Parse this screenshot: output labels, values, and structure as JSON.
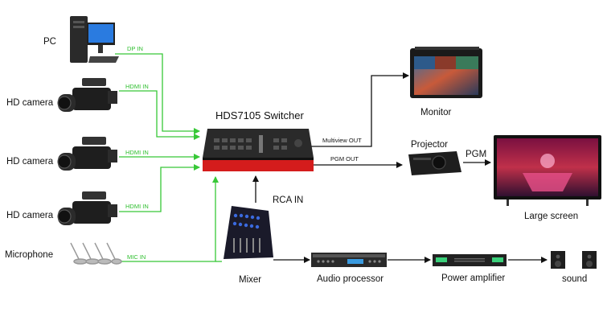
{
  "title": "HDS7105 Switcher",
  "inputs": {
    "pc": {
      "label": "PC",
      "signal": "DP IN"
    },
    "camera1": {
      "label": "HD camera",
      "signal": "HDMI IN"
    },
    "camera2": {
      "label": "HD camera",
      "signal": "HDMI IN"
    },
    "camera3": {
      "label": "HD camera",
      "signal": "HDMI IN"
    },
    "microphone": {
      "label": "Microphone",
      "signal": "MIC IN"
    }
  },
  "mixer": {
    "label": "Mixer",
    "signal": "RCA IN"
  },
  "outputs": {
    "multiview": {
      "signal": "Multiview OUT",
      "device": "Monitor"
    },
    "pgm": {
      "signal": "PGM OUT",
      "device": "Projector",
      "pgm_label": "PGM",
      "screen": "Large screen"
    }
  },
  "audio_chain": {
    "processor": "Audio processor",
    "amplifier": "Power amplifier",
    "sound": "sound"
  },
  "colors": {
    "input_line": "#37c837",
    "output_line": "#111111",
    "switcher_red": "#d41c1c"
  },
  "icons": [
    "desktop-pc-icon",
    "camcorder-icon",
    "microphone-icon",
    "mixer-icon",
    "switcher-icon",
    "monitor-icon",
    "projector-icon",
    "large-screen-icon",
    "audio-processor-icon",
    "power-amplifier-icon",
    "speaker-icon"
  ]
}
